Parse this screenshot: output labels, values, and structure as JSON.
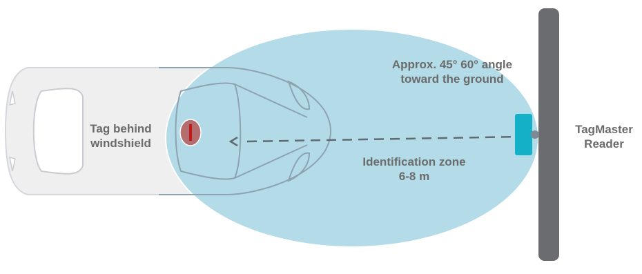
{
  "labels": {
    "tag_line1": "Tag behind",
    "tag_line2": "windshield",
    "angle_line1": "Approx. 45° 60° angle",
    "angle_line2": "toward the ground",
    "zone_line1": "Identification zone",
    "zone_line2": "6-8 m",
    "reader_line1": "TagMaster",
    "reader_line2": "Reader"
  },
  "colors": {
    "zone_fill": "#add8e6",
    "car_fill": "#efefef",
    "car_stroke": "#8ea3b0",
    "tag_fill": "#b46e6e",
    "tag_mark": "#c0191f",
    "reader_fill": "#14b0c8",
    "pole_fill": "#6b6c70",
    "text": "#6b6b6b",
    "dash": "#5f6a72"
  },
  "icons": {
    "reader": "rfid-reader-icon",
    "tag": "rfid-tag-icon",
    "car": "car-top-view-icon"
  }
}
